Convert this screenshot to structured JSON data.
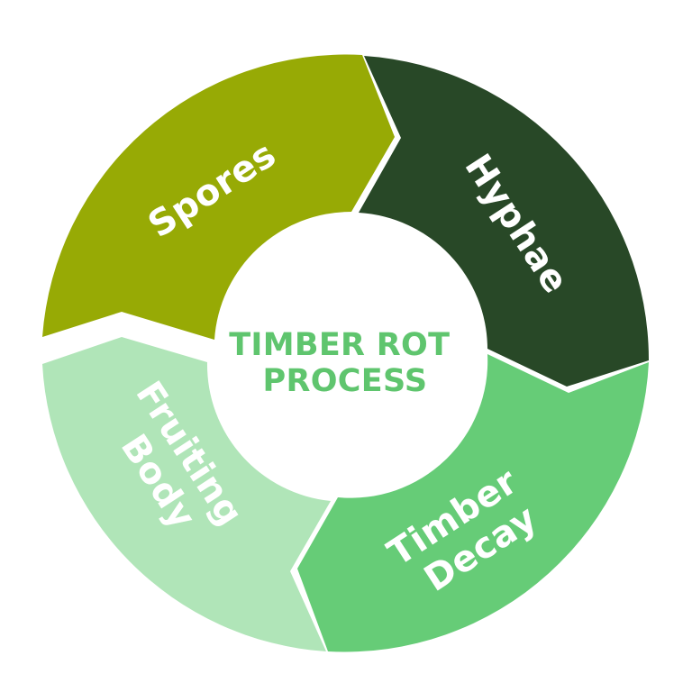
{
  "diagram": {
    "center": {
      "line1": "TIMBER ROT",
      "line2": "PROCESS",
      "color": "#5fc56e"
    },
    "stages": [
      {
        "name": "spores",
        "line1": "Spores",
        "line2": "",
        "color": "#97aa05"
      },
      {
        "name": "hyphae",
        "line1": "Hyphae",
        "line2": "",
        "color": "#284827"
      },
      {
        "name": "timber-decay",
        "line1": "Timber",
        "line2": "Decay",
        "color": "#66cc77"
      },
      {
        "name": "fruiting-body",
        "line1": "Fruiting",
        "line2": "Body",
        "color": "#b0e5b8"
      }
    ]
  }
}
